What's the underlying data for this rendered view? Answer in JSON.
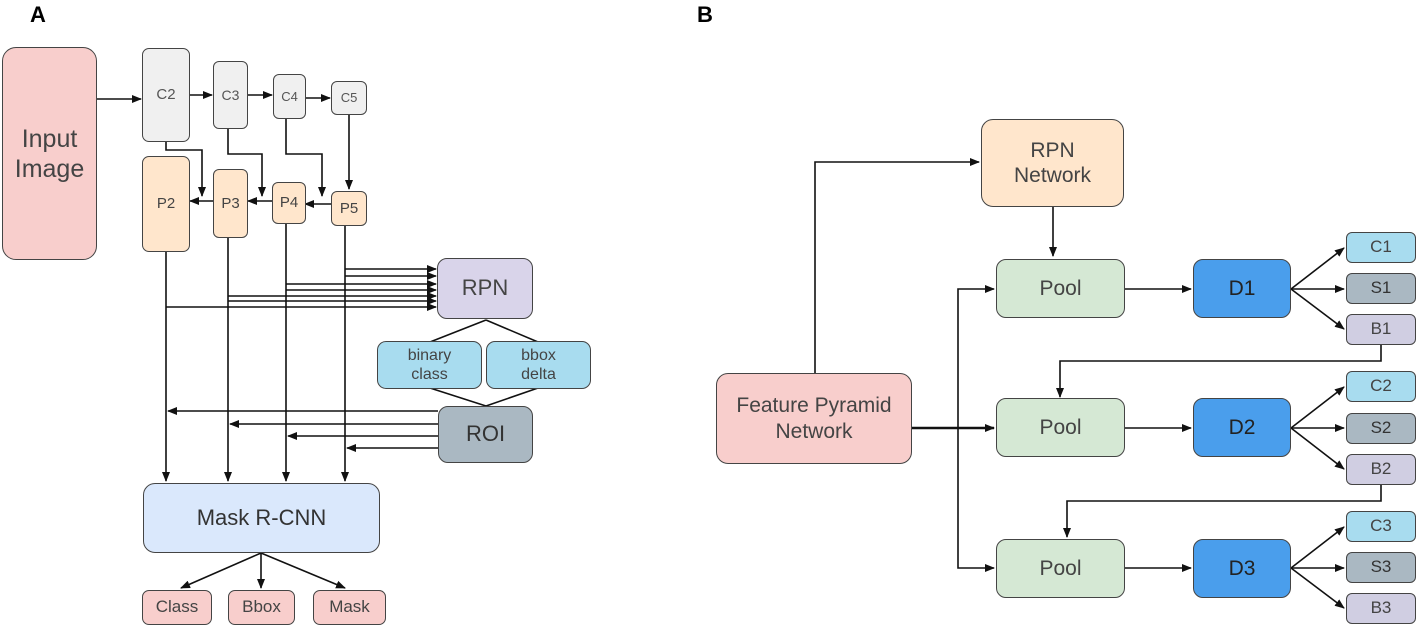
{
  "panel_a": {
    "letter": "A",
    "input_image": "Input\nImage",
    "c_blocks": [
      "C2",
      "C3",
      "C4",
      "C5"
    ],
    "p_blocks": [
      "P2",
      "P3",
      "P4",
      "P5"
    ],
    "rpn": "RPN",
    "binary_class": "binary\nclass",
    "bbox_delta": "bbox\ndelta",
    "roi": "ROI",
    "mask_rcnn": "Mask R-CNN",
    "outputs": [
      "Class",
      "Bbox",
      "Mask"
    ]
  },
  "panel_b": {
    "letter": "B",
    "rpn_network": "RPN\nNetwork",
    "feature_pyramid": "Feature Pyramid\nNetwork",
    "pool_label": "Pool",
    "d_blocks": [
      "D1",
      "D2",
      "D3"
    ],
    "c_outputs": [
      "C1",
      "C2",
      "C3"
    ],
    "s_outputs": [
      "S1",
      "S2",
      "S3"
    ],
    "b_outputs": [
      "B1",
      "B2",
      "B3"
    ]
  },
  "colors": {
    "red": "#f8cecc",
    "orange": "#ffe6cc",
    "gray_light": "#f0f0f0",
    "purple": "#d9d4ea",
    "cyan": "#a8dcef",
    "slate": "#aab8c2",
    "blue_light": "#dae8fc",
    "green": "#d5e8d4",
    "blue": "#4a9eec",
    "lavender": "#d0cee2"
  }
}
